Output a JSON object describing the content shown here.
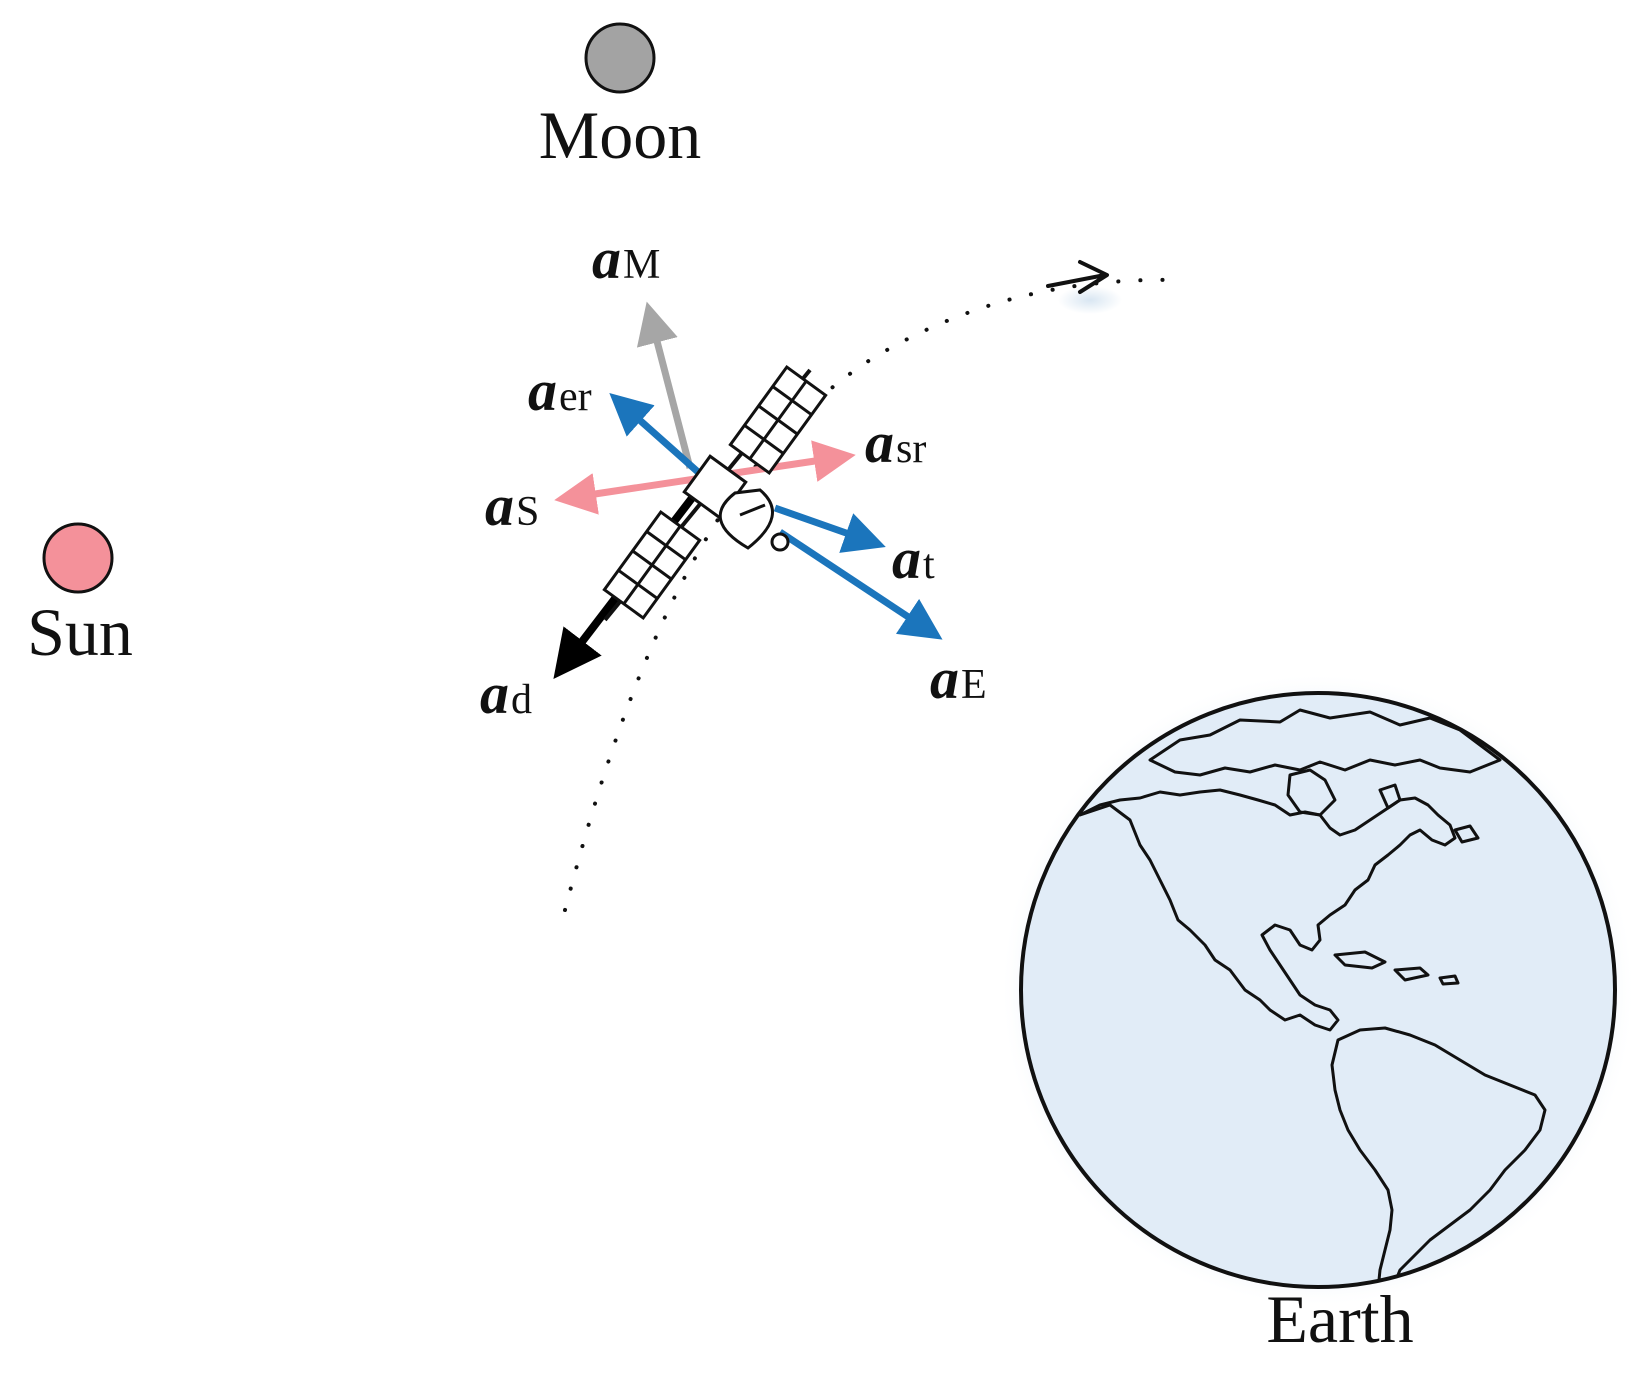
{
  "bodies": {
    "moon": {
      "label": "Moon",
      "color": "#a3a3a3"
    },
    "sun": {
      "label": "Sun",
      "color": "#f4919a"
    },
    "earth": {
      "label": "Earth",
      "color": "#e1ecf7"
    }
  },
  "vectors": {
    "a_M": {
      "main": "a",
      "sub": "M",
      "color": "#a6a6a6"
    },
    "a_er": {
      "main": "a",
      "sub": "er",
      "color": "#1b75bc"
    },
    "a_sr": {
      "main": "a",
      "sub": "sr",
      "color": "#f4919a"
    },
    "a_S": {
      "main": "a",
      "sub": "S",
      "color": "#f4919a"
    },
    "a_t": {
      "main": "a",
      "sub": "t",
      "color": "#1b75bc"
    },
    "a_E": {
      "main": "a",
      "sub": "E",
      "color": "#1b75bc"
    },
    "a_d": {
      "main": "a",
      "sub": "d",
      "color": "#000000"
    }
  }
}
